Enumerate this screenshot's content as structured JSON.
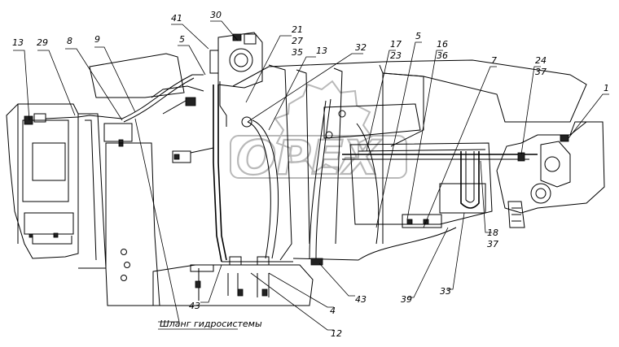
{
  "diagram": {
    "callouts": [
      {
        "id": "c13a",
        "text": "13"
      },
      {
        "id": "c29",
        "text": "29"
      },
      {
        "id": "c8",
        "text": "8"
      },
      {
        "id": "c9",
        "text": "9"
      },
      {
        "id": "c41",
        "text": "41"
      },
      {
        "id": "c30",
        "text": "30"
      },
      {
        "id": "c5a",
        "text": "5"
      },
      {
        "id": "c21",
        "text": "21"
      },
      {
        "id": "c27",
        "text": "27"
      },
      {
        "id": "c35",
        "text": "35"
      },
      {
        "id": "c13b",
        "text": "13"
      },
      {
        "id": "c32",
        "text": "32"
      },
      {
        "id": "c17",
        "text": "17"
      },
      {
        "id": "c23",
        "text": "23"
      },
      {
        "id": "c5b",
        "text": "5"
      },
      {
        "id": "c16",
        "text": "16"
      },
      {
        "id": "c36",
        "text": "36"
      },
      {
        "id": "c7",
        "text": "7"
      },
      {
        "id": "c24",
        "text": "24"
      },
      {
        "id": "c37a",
        "text": "37"
      },
      {
        "id": "c1",
        "text": "1"
      },
      {
        "id": "c18",
        "text": "18"
      },
      {
        "id": "c37b",
        "text": "37"
      },
      {
        "id": "c43a",
        "text": "43"
      },
      {
        "id": "c43b",
        "text": "43"
      },
      {
        "id": "c4",
        "text": "4"
      },
      {
        "id": "c39",
        "text": "39"
      },
      {
        "id": "c33",
        "text": "33"
      },
      {
        "id": "c12",
        "text": "12"
      }
    ],
    "hose_label": "Шланг гидросистемы",
    "watermark": "OPEX",
    "colors": {
      "line": "#000000",
      "watermark": "#b9b9b9",
      "background": "#ffffff"
    }
  }
}
